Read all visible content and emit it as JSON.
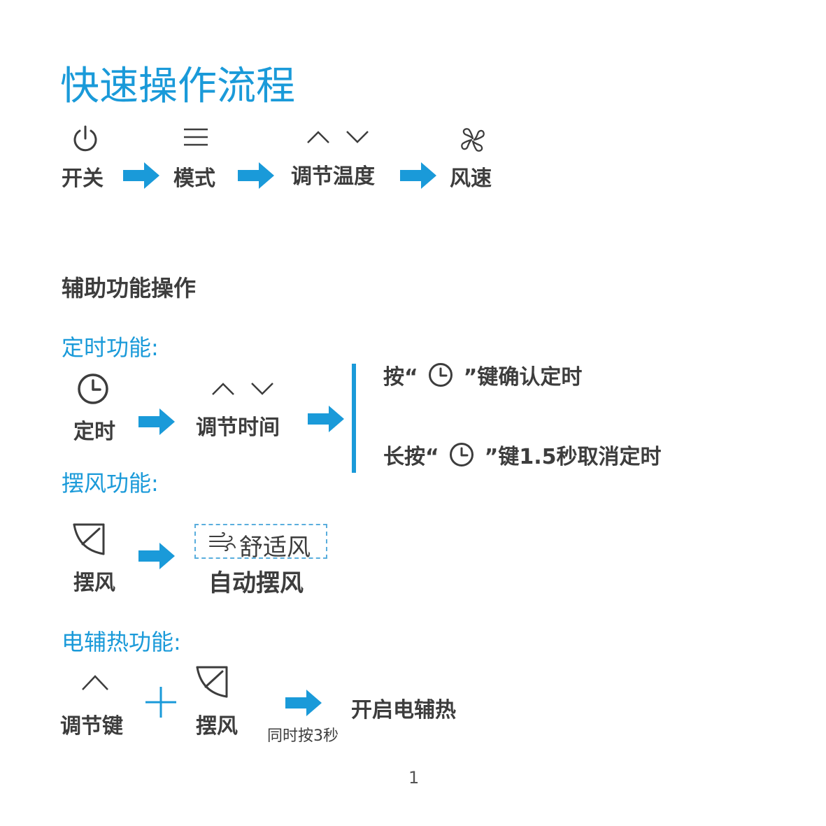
{
  "title": "快速操作流程",
  "quick_flow": {
    "power": "开关",
    "mode": "模式",
    "temp": "调节温度",
    "fan": "风速"
  },
  "aux_title": "辅助功能操作",
  "timer": {
    "heading": "定时功能:",
    "timer_label": "定时",
    "adjust_label": "调节时间",
    "confirm_pre": "按“",
    "confirm_post": "”键确认定时",
    "cancel_pre": "长按“",
    "cancel_post": "”键1.5秒取消定时"
  },
  "swing": {
    "heading": "摆风功能:",
    "swing_label": "摆风",
    "comfort_text": "舒适风",
    "auto_label": "自动摆风"
  },
  "heat": {
    "heading": "电辅热功能:",
    "adjust_key": "调节键",
    "swing_label": "摆风",
    "hold_note": "同时按3秒",
    "result": "开启电辅热"
  },
  "page_number": "1",
  "colors": {
    "accent": "#1a9ad9",
    "text": "#3d3d3d"
  },
  "icons": [
    "power-icon",
    "menu-icon",
    "chevron-up-icon",
    "chevron-down-icon",
    "fan-icon",
    "clock-icon",
    "swing-icon",
    "comfort-wind-icon",
    "plus-icon",
    "arrow-right-icon"
  ]
}
